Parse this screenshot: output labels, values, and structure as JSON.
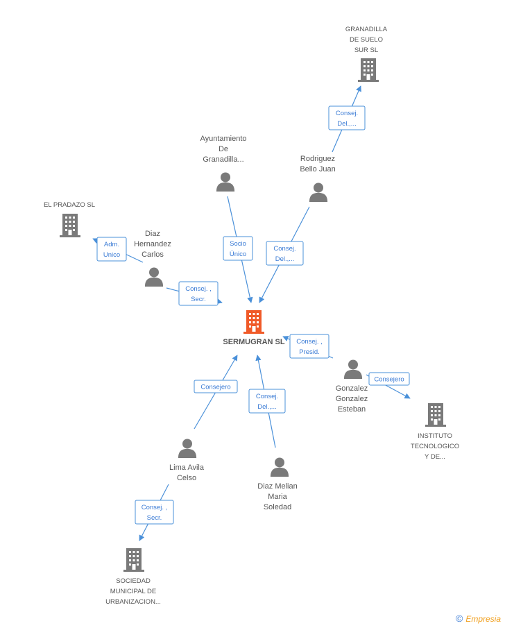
{
  "colors": {
    "accent": "#4a90d9",
    "center": "#f05a28",
    "node": "#7a7a7a"
  },
  "center": {
    "label": "SERMUGRAN SL"
  },
  "nodes": [
    {
      "id": "granadilla",
      "type": "company",
      "lines": [
        "GRANADILLA",
        "DE SUELO",
        "SUR SL"
      ]
    },
    {
      "id": "ayuntamiento",
      "type": "person",
      "lines": [
        "Ayuntamiento",
        "De",
        "Granadilla..."
      ]
    },
    {
      "id": "rodriguez",
      "type": "person",
      "lines": [
        "Rodriguez",
        "Bello Juan"
      ]
    },
    {
      "id": "elpradazo",
      "type": "company",
      "lines": [
        "EL PRADAZO  SL"
      ]
    },
    {
      "id": "diazhernandez",
      "type": "person",
      "lines": [
        "Diaz",
        "Hernandez",
        "Carlos"
      ]
    },
    {
      "id": "gonzalez",
      "type": "person",
      "lines": [
        "Gonzalez",
        "Gonzalez",
        "Esteban"
      ]
    },
    {
      "id": "instituto",
      "type": "company",
      "lines": [
        "INSTITUTO",
        "TECNOLOGICO",
        "Y DE..."
      ]
    },
    {
      "id": "limaavila",
      "type": "person",
      "lines": [
        "Lima Avila",
        "Celso"
      ]
    },
    {
      "id": "diazmelian",
      "type": "person",
      "lines": [
        "Diaz Melian",
        "Maria",
        "Soledad"
      ]
    },
    {
      "id": "sociedad",
      "type": "company",
      "lines": [
        "SOCIEDAD",
        "MUNICIPAL DE",
        "URBANIZACION..."
      ]
    }
  ],
  "edges": [
    {
      "id": "rodriguez-granadilla",
      "lines": [
        "Consej.",
        "Del.,..."
      ]
    },
    {
      "id": "ayuntamiento-center",
      "lines": [
        "Socio",
        "Único"
      ]
    },
    {
      "id": "rodriguez-center",
      "lines": [
        "Consej.",
        "Del.,..."
      ]
    },
    {
      "id": "diazhernandez-elpradazo",
      "lines": [
        "Adm.",
        "Unico"
      ]
    },
    {
      "id": "diazhernandez-center",
      "lines": [
        "Consej. ,",
        "Secr."
      ]
    },
    {
      "id": "gonzalez-center",
      "lines": [
        "Consej. ,",
        "Presid."
      ]
    },
    {
      "id": "gonzalez-instituto",
      "lines": [
        "Consejero"
      ]
    },
    {
      "id": "limaavila-center",
      "lines": [
        "Consejero"
      ]
    },
    {
      "id": "diazmelian-center",
      "lines": [
        "Consej.",
        "Del.,..."
      ]
    },
    {
      "id": "limaavila-sociedad",
      "lines": [
        "Consej. ,",
        "Secr."
      ]
    }
  ],
  "footer": {
    "copyright": "©",
    "brand": "Empresia"
  }
}
